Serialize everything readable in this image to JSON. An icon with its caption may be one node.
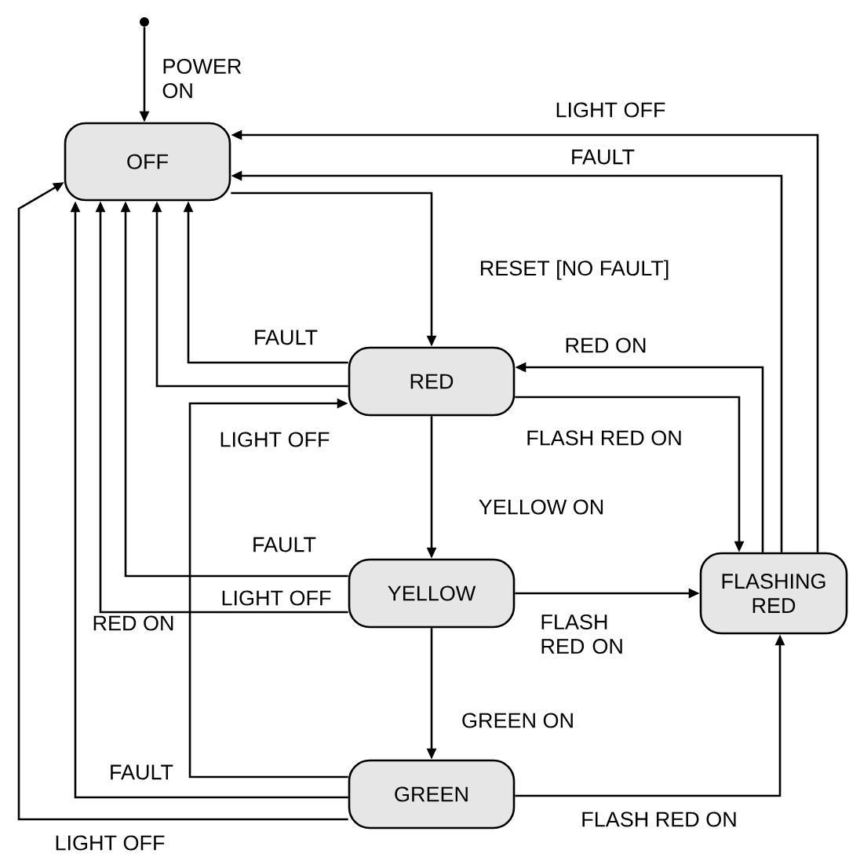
{
  "diagram": {
    "nodes": [
      {
        "text": [],
        "shape": "circle"
      },
      {
        "text": [
          "OFF"
        ]
      },
      {
        "text": [
          "RED"
        ]
      },
      {
        "text": [
          "YELLOW"
        ]
      },
      {
        "text": [
          "GREEN"
        ]
      },
      {
        "text": [
          "FLASHING RED"
        ]
      }
    ],
    "edges": [
      {
        "from": 0,
        "to": 1,
        "arrow": "to",
        "label": "POWER ON"
      },
      {
        "from": 5,
        "to": 1,
        "arrow": "to",
        "label": "LIGHT OFF"
      },
      {
        "from": 5,
        "to": 1,
        "arrow": "to",
        "label": "FAULT"
      },
      {
        "from": 1,
        "to": 2,
        "arrow": "to",
        "label": "RESET [NO FAULT]"
      },
      {
        "from": 2,
        "to": 5,
        "arrow": "to",
        "label": "FLASH RED ON"
      },
      {
        "from": 5,
        "to": 2,
        "arrow": "to",
        "label": "RED ON"
      },
      {
        "from": 2,
        "to": 1,
        "arrow": "to",
        "label": "FAULT"
      },
      {
        "from": 2,
        "to": 1,
        "arrow": "to",
        "label": "LIGHT OFF"
      },
      {
        "from": 2,
        "to": 3,
        "arrow": "to",
        "label": "YELLOW ON"
      },
      {
        "from": 3,
        "to": 1,
        "arrow": "to",
        "label": "FAULT"
      },
      {
        "from": 3,
        "to": 1,
        "arrow": "to",
        "label": "LIGHT OFF"
      },
      {
        "from": 3,
        "to": 5,
        "arrow": "to",
        "label": "FLASH RED ON"
      },
      {
        "from": 3,
        "to": 4,
        "arrow": "to",
        "label": "GREEN ON"
      },
      {
        "from": 4,
        "to": 2,
        "arrow": "to",
        "label": "RED ON"
      },
      {
        "from": 4,
        "to": 1,
        "arrow": "to",
        "label": "FAULT"
      },
      {
        "from": 4,
        "to": 1,
        "arrow": "to",
        "label": "LIGHT OFF"
      },
      {
        "from": 4,
        "to": 5,
        "arrow": "to",
        "label": "FLASH RED ON"
      }
    ]
  }
}
